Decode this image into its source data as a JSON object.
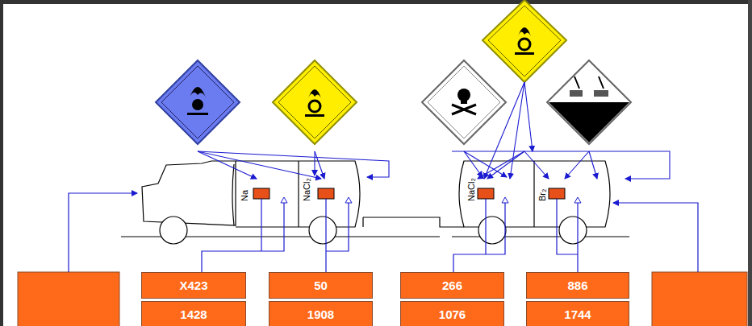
{
  "diagram": {
    "nodes": [
      {
        "text": [
          "X423",
          "1428"
        ]
      },
      {
        "text": [
          "50",
          "1908"
        ]
      },
      {
        "text": [
          "266",
          "1076"
        ]
      },
      {
        "text": [
          "886",
          "1744"
        ]
      }
    ],
    "labels": [
      "Na",
      "NaCl₂",
      "NaCl₂",
      "Br₂"
    ]
  }
}
